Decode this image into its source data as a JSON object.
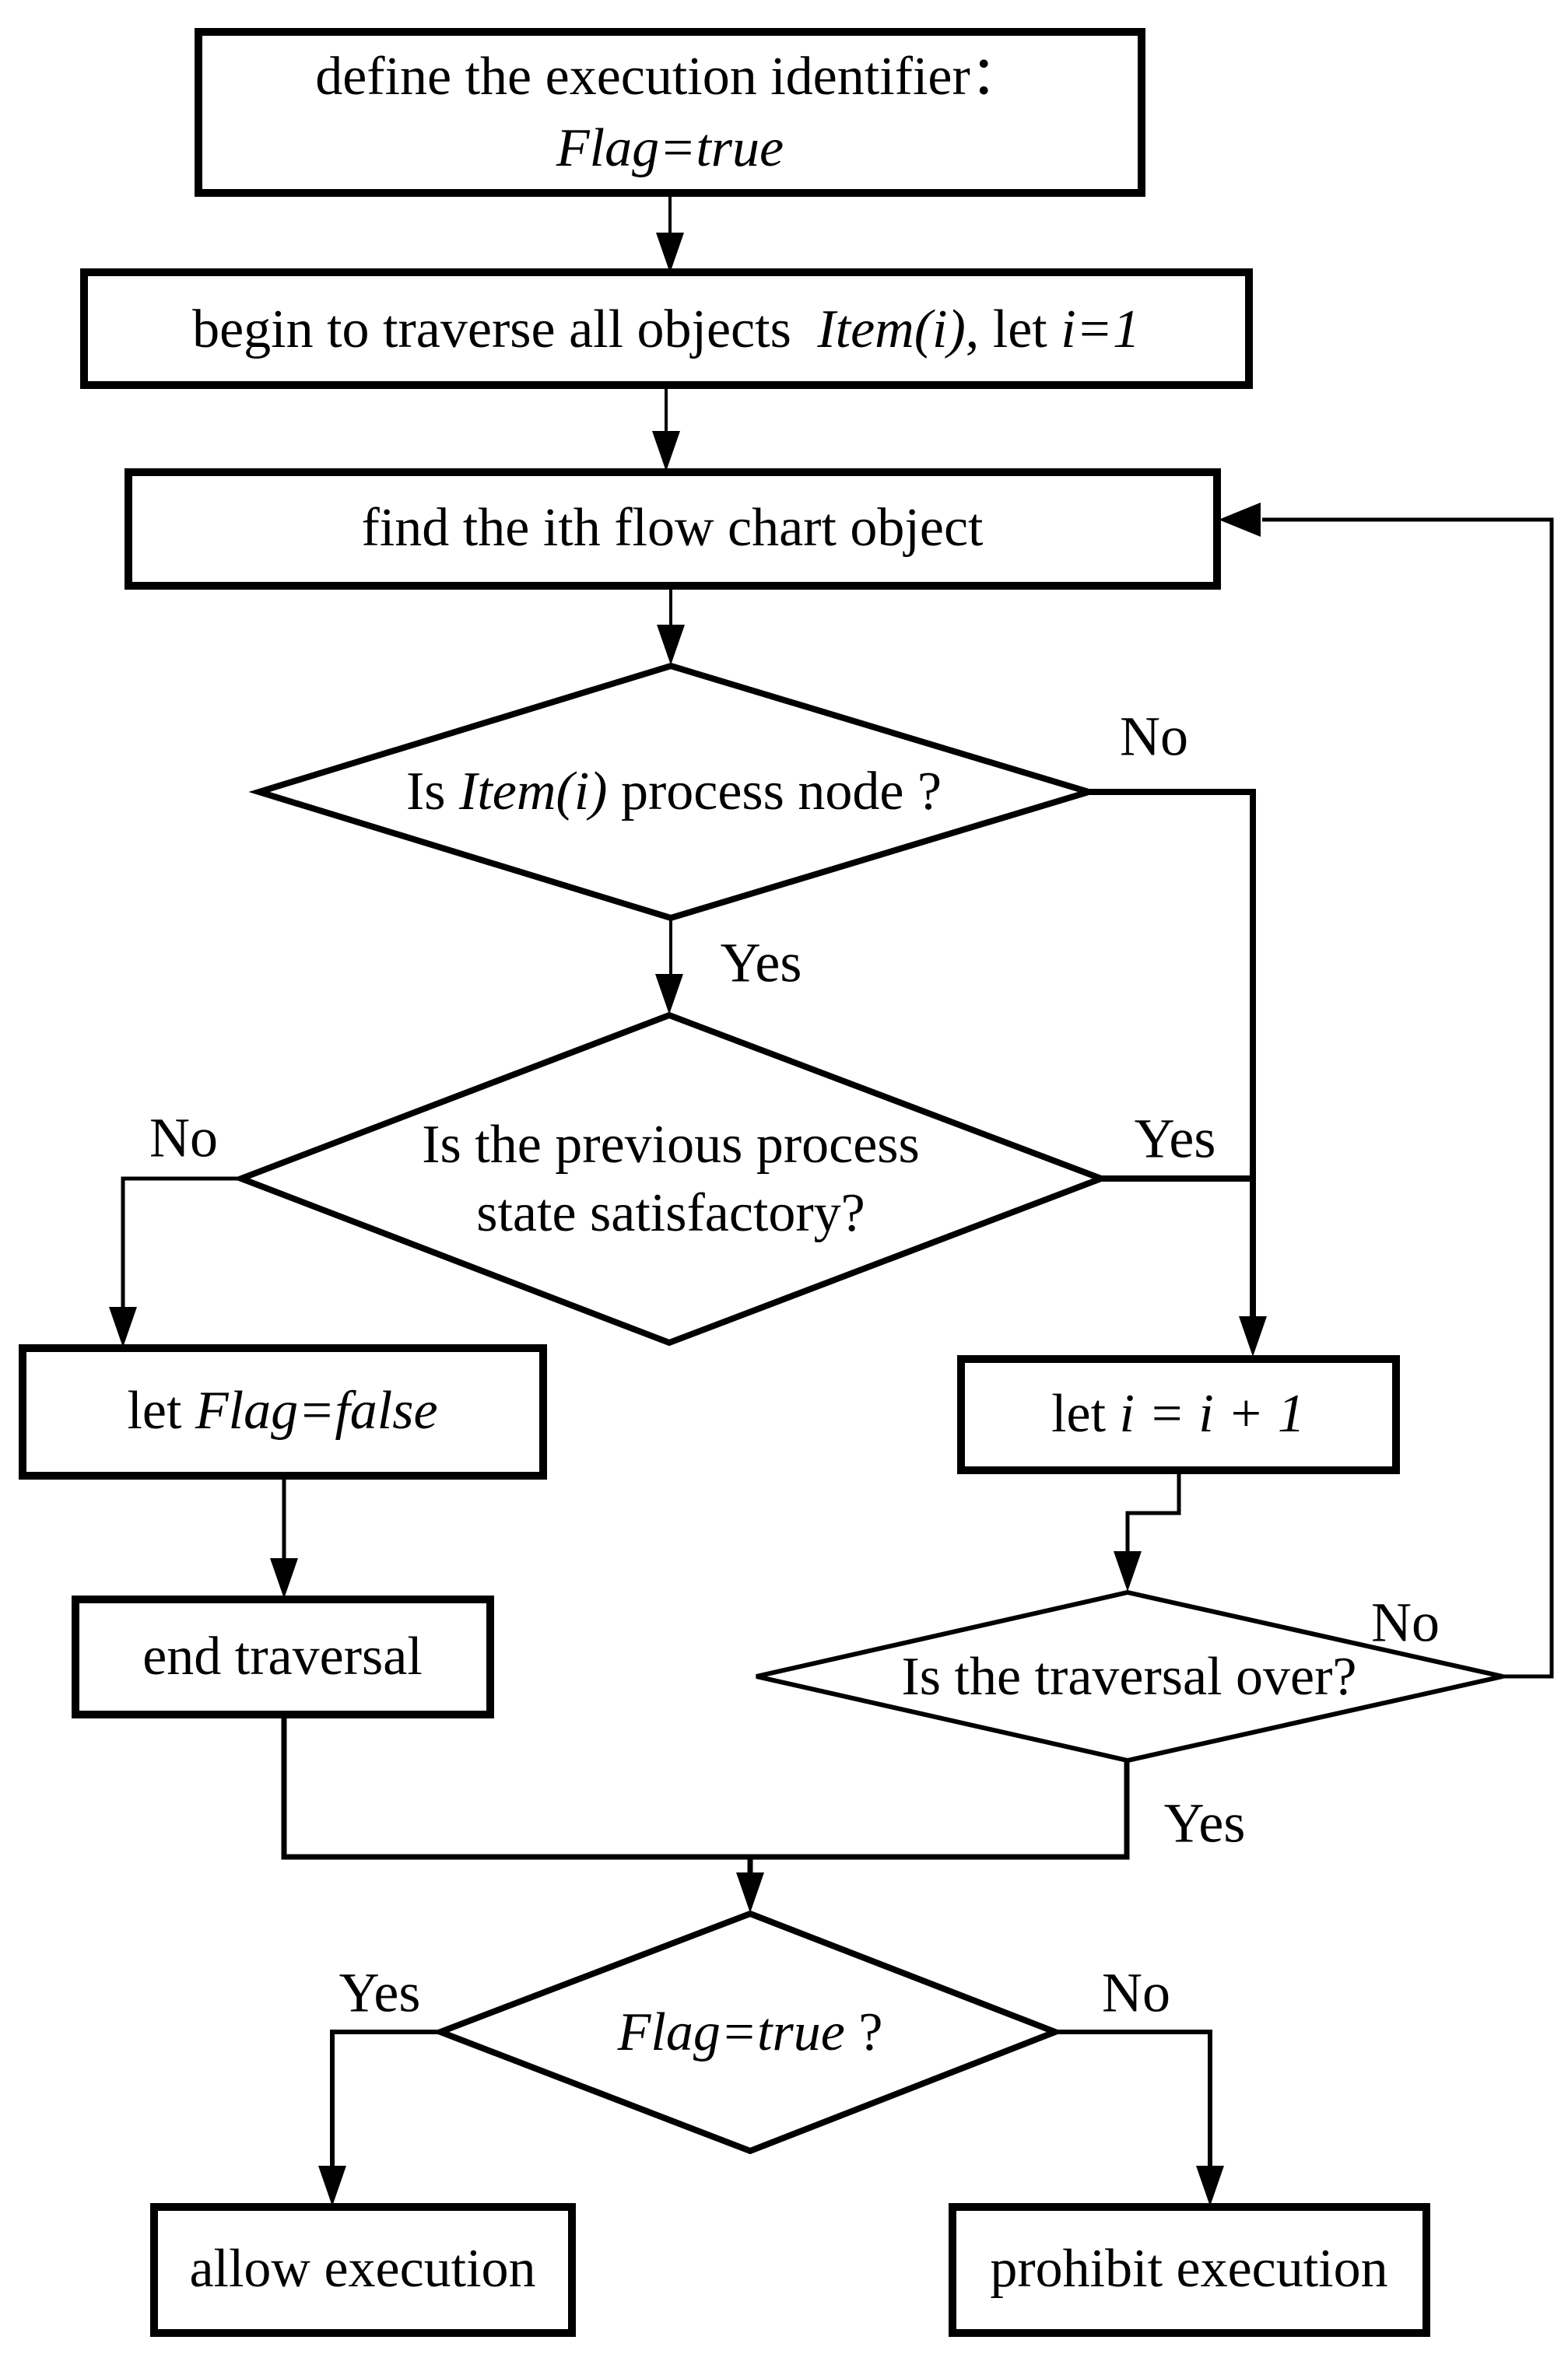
{
  "colors": {
    "ink": "#000000",
    "paper": "#ffffff"
  },
  "nodes": {
    "define_identifier": {
      "line1": "define the execution identifier：",
      "line2": "Flag=true"
    },
    "begin_traverse": {
      "p1": "begin to traverse all objects ",
      "p2": "Item(i)",
      "p3": ", let ",
      "p4": "i=1"
    },
    "find_object": {
      "label": "find the ith flow chart object"
    },
    "is_process_node": {
      "p1": "Is ",
      "p2": "Item(i)",
      "p3": " process node ?"
    },
    "previous_state": {
      "line1": "Is the previous process",
      "line2": "state satisfactory?"
    },
    "set_flag_false": {
      "p1": "let ",
      "p2": "Flag=false"
    },
    "increment_index": {
      "p1": "let ",
      "p2": "i = i + 1"
    },
    "end_traversal": {
      "label": "end traversal"
    },
    "is_traversal_over": {
      "label": "Is the traversal over?"
    },
    "flag_check": {
      "p1": "Flag=true",
      "p2": " ?"
    },
    "allow_execution": {
      "label": "allow execution"
    },
    "prohibit_execution": {
      "label": "prohibit execution"
    }
  },
  "edge_labels": {
    "process_node_no": "No",
    "process_node_yes": "Yes",
    "previous_state_no": "No",
    "previous_state_yes": "Yes",
    "traversal_over_no": "No",
    "traversal_over_yes": "Yes",
    "flag_true_yes": "Yes",
    "flag_true_no": "No"
  }
}
